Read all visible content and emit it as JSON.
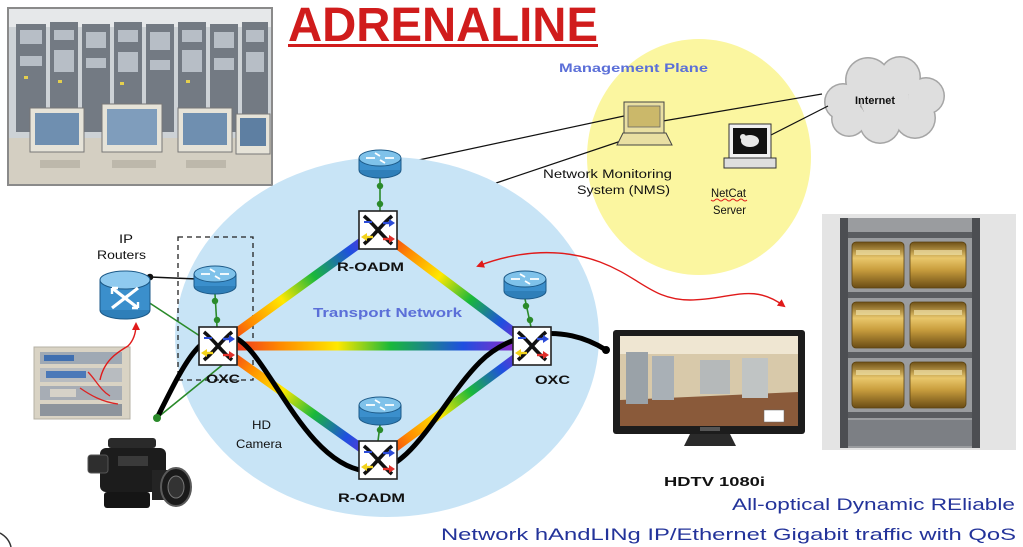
{
  "title": "ADRENALINE",
  "management_plane": {
    "label": "Management Plane",
    "nms": {
      "line1": "Network Monitoring",
      "line2": "System (NMS)"
    },
    "netcat": {
      "line1": "NetCat",
      "line2": "Server"
    }
  },
  "internet": "Internet",
  "transport_network": "Transport Network",
  "nodes": {
    "roadm_top": "R-OADM",
    "roadm_bottom": "R-OADM",
    "oxc_left": "OXC",
    "oxc_right": "OXC"
  },
  "ip_routers": {
    "line1": "IP",
    "line2": "Routers"
  },
  "hd_camera": {
    "line1": "HD",
    "line2": "Camera"
  },
  "hdtv": "HDTV 1080i",
  "caption": {
    "line1": "All-optical Dynamic REliable",
    "line2": "Network hAndLINg IP/Ethernet Gigabit traffic with QoS"
  },
  "colors": {
    "title": "#d01c1c",
    "management_plane_fill": "#fbf6a0",
    "transport_fill": "#c8e4f6",
    "label_blue": "#5b6fd8",
    "caption": "#23339a",
    "router": "#3b8fcc",
    "connector_green": "#2a8a2a"
  },
  "icons": [
    "rack-photo",
    "router-icon",
    "optical-switch-icon",
    "computer-icon",
    "server-icon",
    "cloud-icon",
    "camera-icon",
    "hdtv-icon",
    "fiber-spool-rack-photo"
  ]
}
